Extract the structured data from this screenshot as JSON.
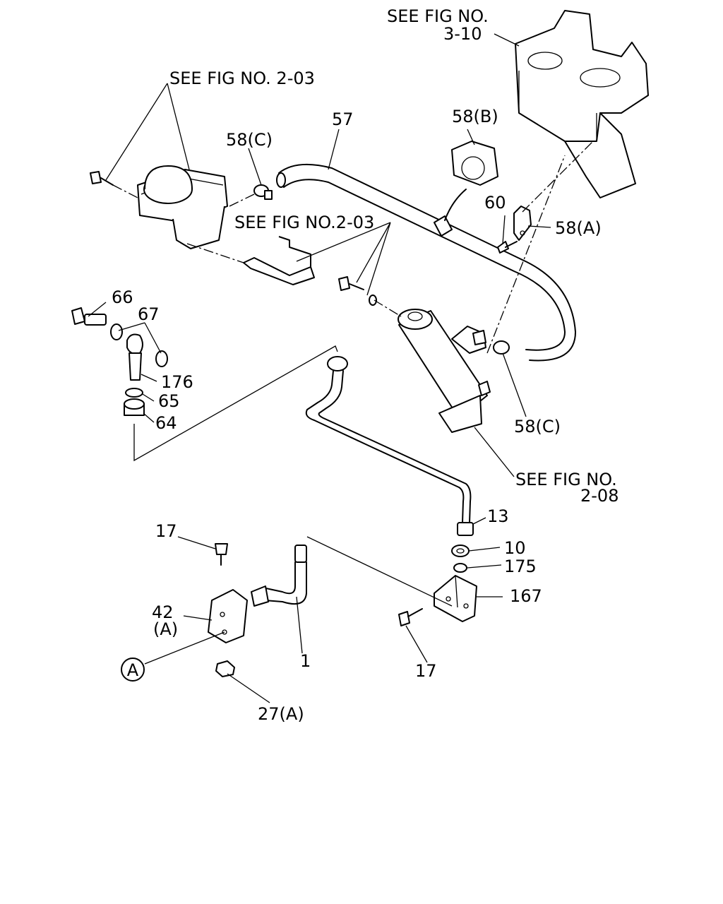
{
  "labels": {
    "see_fig_3_10_a": "SEE FIG NO.",
    "see_fig_3_10_b": "3-10",
    "see_fig_2_03_top": "SEE FIG NO. 2-03",
    "see_fig_2_03_mid": "SEE FIG NO.2-03",
    "see_fig_2_08_a": "SEE FIG NO.",
    "see_fig_2_08_b": "2-08",
    "p57": "57",
    "p58b": "58(B)",
    "p58c_top": "58(C)",
    "p60": "60",
    "p58a": "58(A)",
    "p66": "66",
    "p67": "67",
    "p176": "176",
    "p65": "65",
    "p64": "64",
    "p58c_low": "58(C)",
    "p13": "13",
    "p10": "10",
    "p175": "175",
    "p167": "167",
    "p17_left": "17",
    "p17_right": "17",
    "p42": "42",
    "p42_sub": "(A)",
    "pA": "A",
    "p1": "1",
    "p27a": "27(A)"
  }
}
